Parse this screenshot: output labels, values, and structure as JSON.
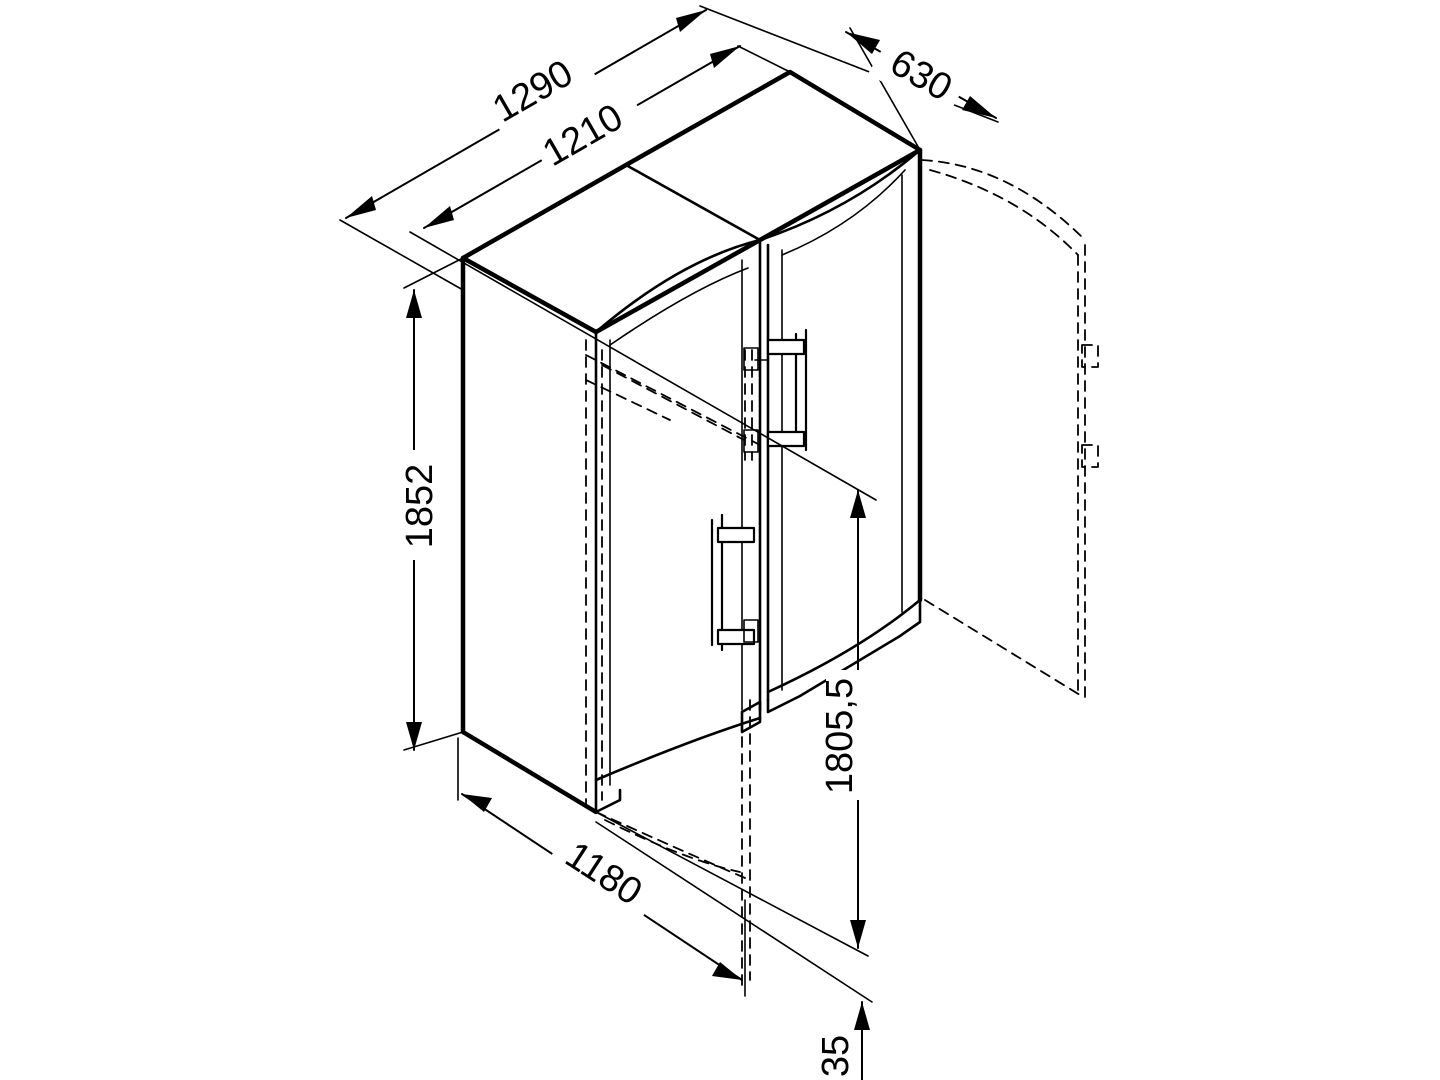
{
  "dimensions": {
    "overall_width": "1290",
    "cabinet_width": "1210",
    "depth": "630",
    "overall_height": "1852",
    "top_height": "1805,5",
    "base_width": "1180",
    "plinth_height": "35"
  },
  "colors": {
    "line": "#000000",
    "background": "#ffffff"
  }
}
